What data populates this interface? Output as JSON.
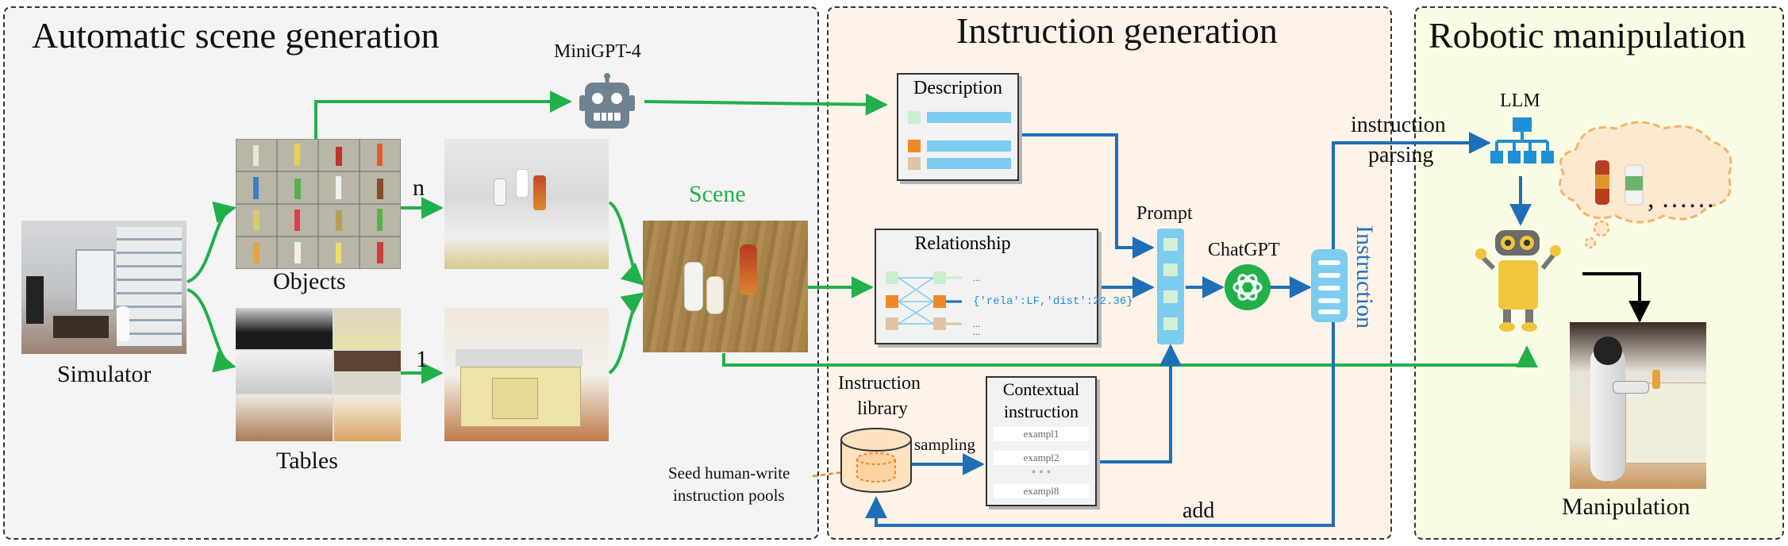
{
  "panels": {
    "scene_title": "Automatic scene generation",
    "instruction_title": "Instruction generation",
    "robotic_title": "Robotic manipulation"
  },
  "scene": {
    "simulator": "Simulator",
    "objects": "Objects",
    "tables": "Tables",
    "minigpt": "MiniGPT-4",
    "n": "n",
    "one": "1",
    "scene": "Scene"
  },
  "instruction": {
    "description": "Description",
    "relationship": "Relationship",
    "relation_code": "{'rela':LF,'dist':22.36}",
    "prompt": "Prompt",
    "chatgpt": "ChatGPT",
    "instruction": "Instruction",
    "library_line1": "Instruction",
    "library_line2": "library",
    "sampling": "sampling",
    "contextual_line1": "Contextual",
    "contextual_line2": "instruction",
    "example1": "exampl1",
    "example2": "exampl2",
    "example8": "exampl8",
    "seed_line1": "Seed human-write",
    "seed_line2": "instruction pools",
    "add": "add"
  },
  "robot": {
    "llm": "LLM",
    "parsing_line1": "instruction",
    "parsing_line2": "parsing",
    "ellipsis": ", ……",
    "manipulation": "Manipulation"
  },
  "colors": {
    "green": "#22b04b",
    "blue": "#1f6fb8",
    "light_blue": "#7ccdf0",
    "orange": "#f08a24"
  }
}
